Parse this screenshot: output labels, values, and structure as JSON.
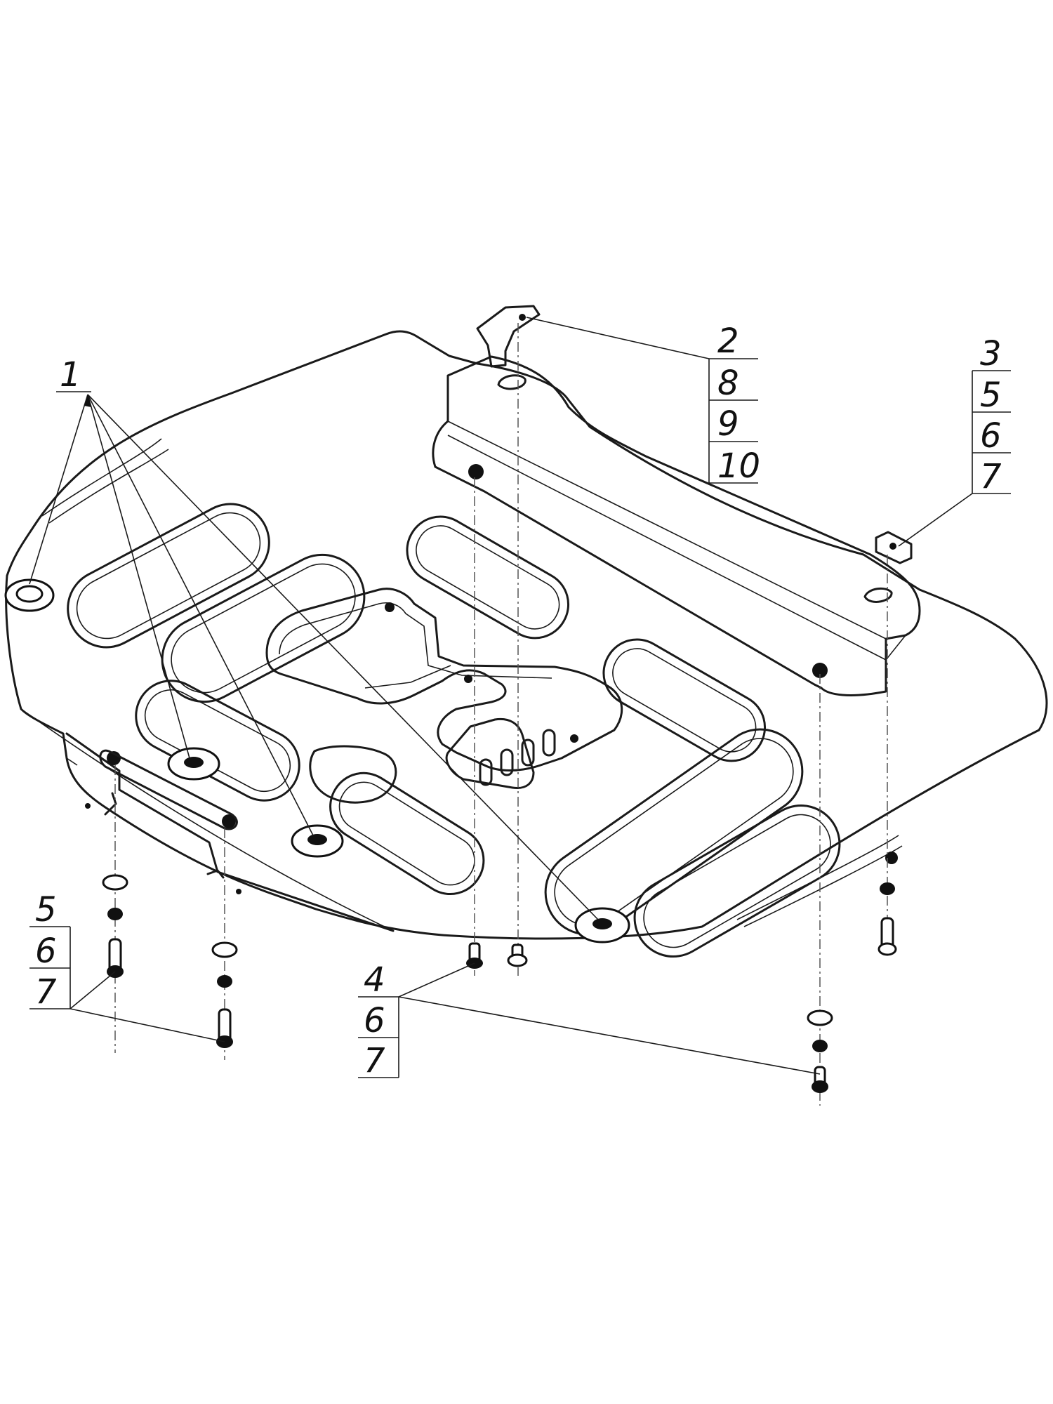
{
  "callouts": {
    "shield_mounts": "1",
    "bracket_group": [
      "2",
      "8",
      "9",
      "10"
    ],
    "clip_group": [
      "3",
      "5",
      "6",
      "7"
    ],
    "front_left_group": [
      "5",
      "6",
      "7"
    ],
    "front_center_group": [
      "4",
      "6",
      "7"
    ]
  }
}
